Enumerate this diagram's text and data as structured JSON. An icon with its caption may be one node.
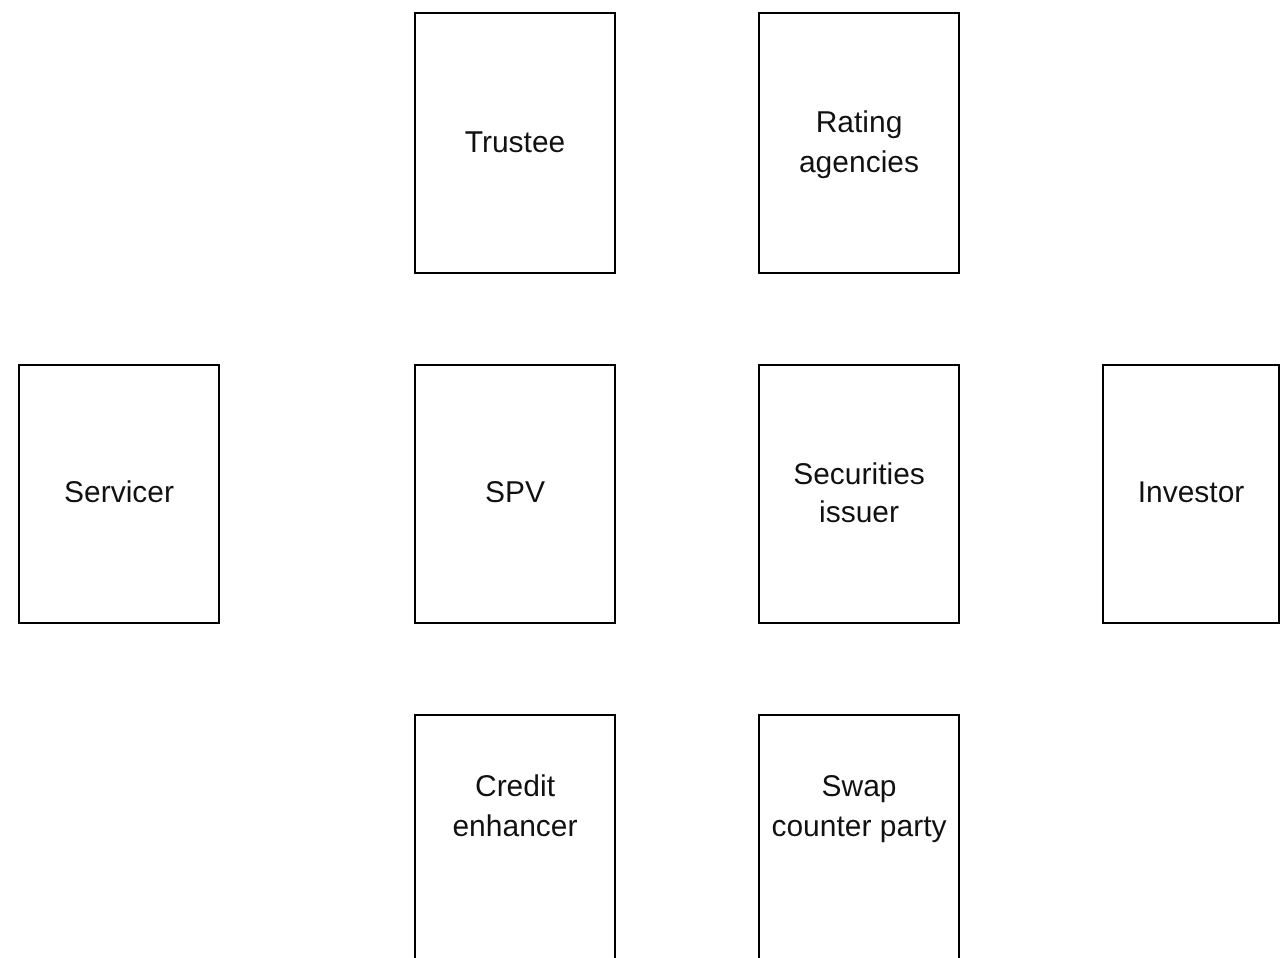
{
  "diagram": {
    "nodes": [
      {
        "text": [
          "Trustee"
        ]
      },
      {
        "text": [
          "Rating agencies"
        ]
      },
      {
        "text": [
          "Servicer"
        ]
      },
      {
        "text": [
          "SPV"
        ]
      },
      {
        "text": [
          "Securities issuer"
        ]
      },
      {
        "text": [
          "Investor"
        ]
      },
      {
        "text": [
          "Credit enhancer"
        ]
      },
      {
        "text": [
          "Swap counter party"
        ]
      }
    ]
  }
}
